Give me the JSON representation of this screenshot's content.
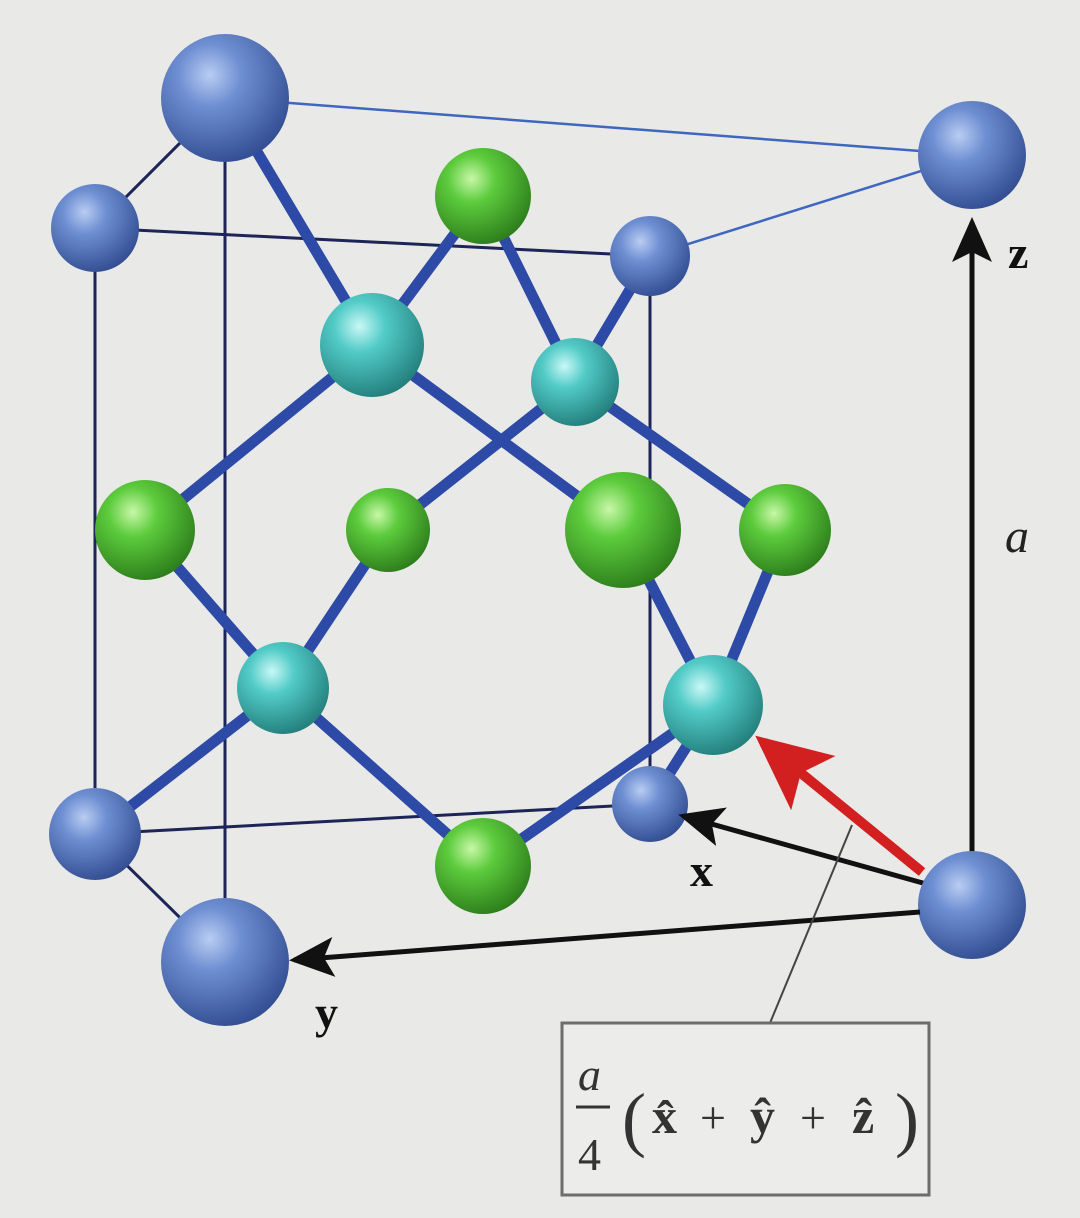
{
  "labels": {
    "z_axis": "z",
    "x_axis": "x",
    "y_axis": "y",
    "lattice_constant": "a"
  },
  "formula": {
    "numerator": "a",
    "denominator": "4",
    "open_paren": "(",
    "x_hat": "x̂",
    "plus1": "+",
    "y_hat": "ŷ",
    "plus2": "+",
    "z_hat": "ẑ",
    "close_paren": ")"
  },
  "colors": {
    "background": "#e9e9e8",
    "corner_atom": "#5b7fc4",
    "face_atom": "#58c83a",
    "interior_atom": "#4fc9c6",
    "bond": "#2d4aa6",
    "cell_edge": "#1c2458",
    "basis_vector": "#d21f1f",
    "axis_arrow": "#111111"
  },
  "icons": {
    "corner_atom": "blue-sphere",
    "face_atom": "green-sphere",
    "interior_atom": "cyan-sphere"
  }
}
